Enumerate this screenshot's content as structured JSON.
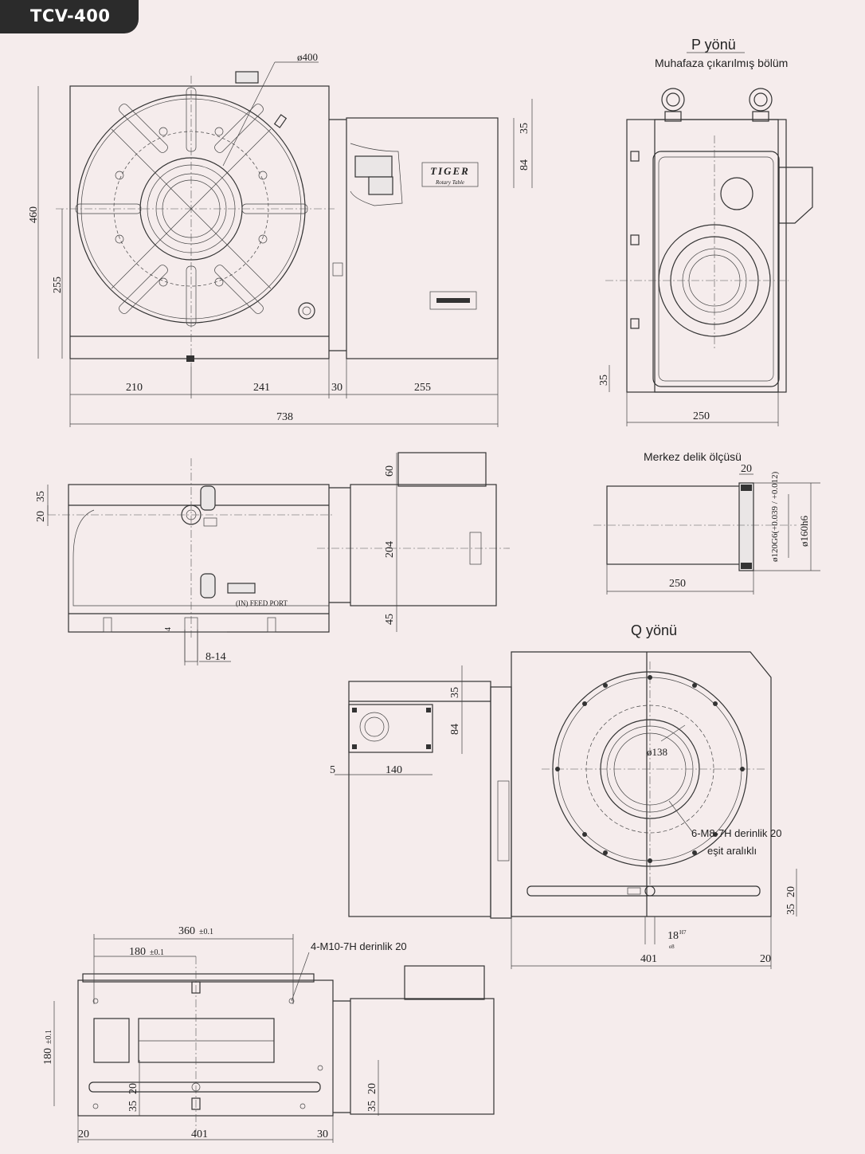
{
  "title": "TCV-400",
  "views": {
    "p_view": {
      "title": "P yönü",
      "subtitle": "Muhafaza çıkarılmış bölüm"
    },
    "center_hole": {
      "title": "Merkez delik ölçüsü"
    },
    "q_view": {
      "title": "Q yönü"
    }
  },
  "labels": {
    "brand": "TIGER",
    "brand_sub": "Rotary Table",
    "feed_port": "(IN) FEED PORT",
    "m8_note_1": "6-M8-7H derinlik 20",
    "m8_note_2": "eşit aralıklı",
    "m10_note": "4-M10-7H derinlik 20"
  },
  "dimensions": {
    "front": {
      "table_dia": "ø400",
      "d460": "460",
      "d255v": "255",
      "d35": "35",
      "d84": "84",
      "d210": "210",
      "d241": "241",
      "d30": "30",
      "d255h": "255",
      "d738": "738"
    },
    "p_view": {
      "d35": "35",
      "d250": "250"
    },
    "side": {
      "d35": "35",
      "d20": "20",
      "d60": "60",
      "d204": "204",
      "d45": "45",
      "d4": "4",
      "d8_14": "8-14"
    },
    "center_hole": {
      "d20": "20",
      "d250": "250",
      "d120": "ø120G6(+0.039 / +0.012)",
      "d160": "ø160h6"
    },
    "q_view": {
      "d35": "35",
      "d84": "84",
      "d5": "5",
      "d140": "140",
      "d138": "ø138",
      "d20": "20",
      "d35b": "35",
      "d18": "18",
      "d18_tol_top": "H7",
      "d18_tol_bot": "e8",
      "d401": "401",
      "d20b": "20"
    },
    "top": {
      "d360": "360",
      "d360_tol": "±0.1",
      "d180": "180",
      "d180_tol": "±0.1",
      "d180v": "180",
      "d180v_tol": "±0.1",
      "d35": "35",
      "d20": "20",
      "d35r": "35",
      "d20r": "20",
      "d20b": "20",
      "d401": "401",
      "d30": "30"
    }
  }
}
